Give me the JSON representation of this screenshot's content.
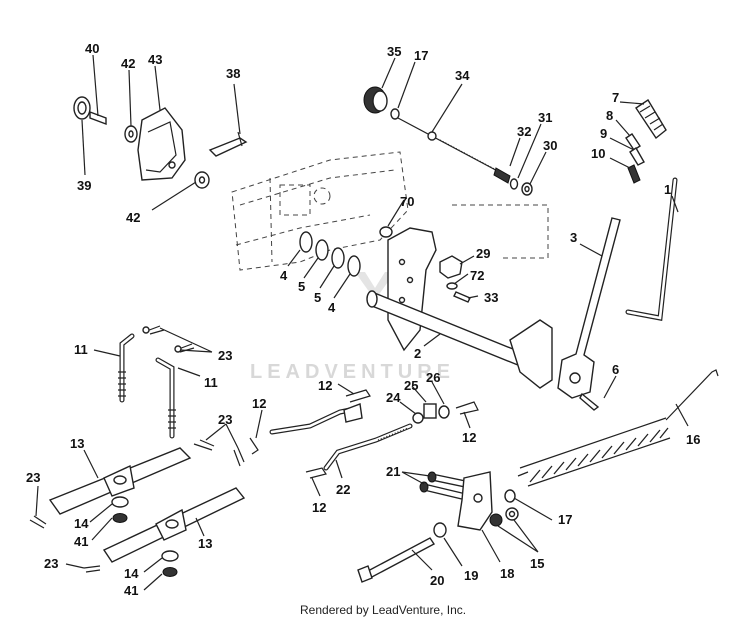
{
  "diagram": {
    "footer": "Rendered by LeadVenture, Inc.",
    "watermark": "LEADVENTURE",
    "labels": {
      "l40": "40",
      "l42a": "42",
      "l43": "43",
      "l39": "39",
      "l42b": "42",
      "l38": "38",
      "l35": "35",
      "l17a": "17",
      "l34": "34",
      "l32": "32",
      "l31": "31",
      "l30": "30",
      "l7": "7",
      "l8": "8",
      "l9": "9",
      "l10": "10",
      "l1": "1",
      "l3": "3",
      "l70": "70",
      "l29": "29",
      "l72": "72",
      "l33": "33",
      "l4a": "4",
      "l5a": "5",
      "l5b": "5",
      "l4b": "4",
      "l2": "2",
      "l6": "6",
      "l11a": "11",
      "l23a": "23",
      "l11b": "11",
      "l12a": "12",
      "l25": "25",
      "l26": "26",
      "l24": "24",
      "l12b": "12",
      "l12c": "12",
      "l23b": "23",
      "l13a": "13",
      "l23c": "23",
      "l14a": "14",
      "l41a": "41",
      "l13b": "13",
      "l23d": "23",
      "l14b": "14",
      "l41b": "41",
      "l22": "22",
      "l12d": "12",
      "l21": "21",
      "l16": "16",
      "l17b": "17",
      "l15": "15",
      "l20": "20",
      "l19": "19",
      "l18": "18"
    }
  }
}
